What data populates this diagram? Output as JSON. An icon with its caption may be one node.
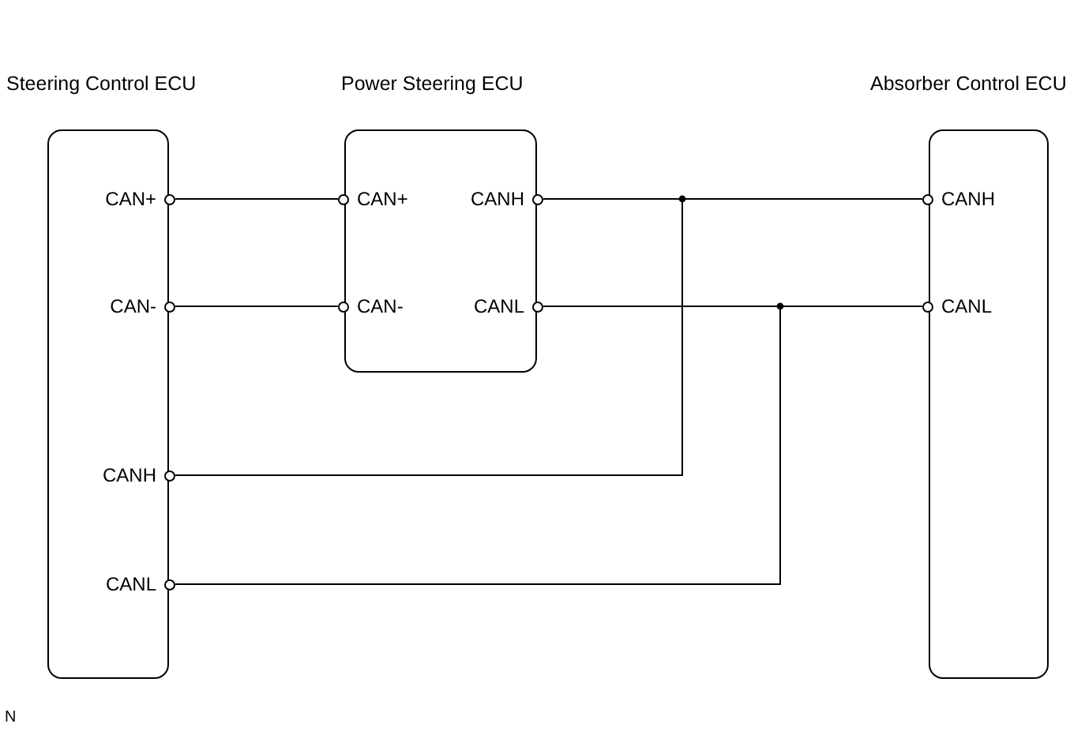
{
  "diagram": {
    "nodes": [
      {
        "text": [
          "Steering Control ECU"
        ]
      },
      {
        "text": [
          "CAN+"
        ],
        "in": 0
      },
      {
        "text": [
          "CAN-"
        ],
        "in": 0
      },
      {
        "text": [
          "CANH"
        ],
        "in": 0
      },
      {
        "text": [
          "CANL"
        ],
        "in": 0
      },
      {
        "text": [
          "Power Steering ECU"
        ]
      },
      {
        "text": [
          "CAN+"
        ],
        "in": 5
      },
      {
        "text": [
          "CAN-"
        ],
        "in": 5
      },
      {
        "text": [
          "CANH"
        ],
        "in": 5
      },
      {
        "text": [
          "CANL"
        ],
        "in": 5
      },
      {
        "text": [
          "Absorber Control ECU"
        ]
      },
      {
        "text": [
          "CANH"
        ],
        "in": 10
      },
      {
        "text": [
          "CANL"
        ],
        "in": 10
      }
    ],
    "edges": [
      {
        "from": 1,
        "to": 6,
        "arrow": "none"
      },
      {
        "from": 2,
        "to": 7,
        "arrow": "none"
      },
      {
        "from": 8,
        "to": 11,
        "arrow": "none"
      },
      {
        "from": 3,
        "to": 11,
        "arrow": "none"
      },
      {
        "from": 9,
        "to": 12,
        "arrow": "none"
      },
      {
        "from": 4,
        "to": 12,
        "arrow": "none"
      }
    ],
    "labels": [
      "N"
    ]
  }
}
